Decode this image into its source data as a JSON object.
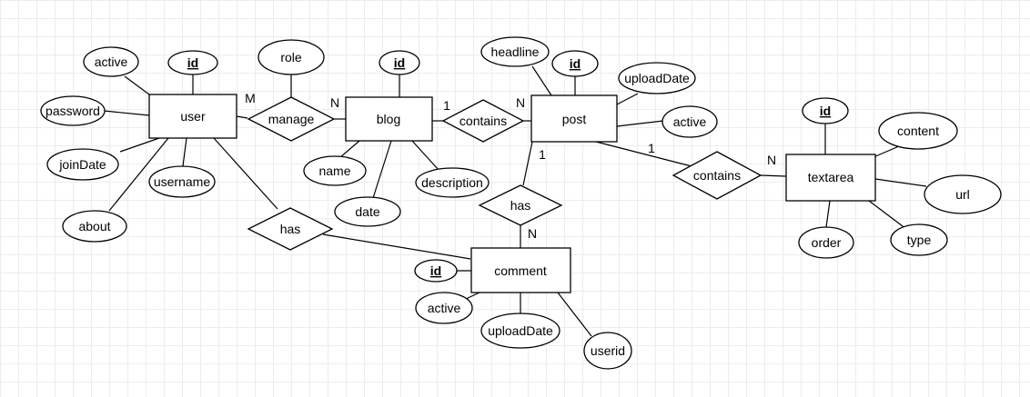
{
  "entities": {
    "user": "user",
    "blog": "blog",
    "post": "post",
    "textarea": "textarea",
    "comment": "comment"
  },
  "relationships": {
    "manage": "manage",
    "blog_post_contains": "contains",
    "post_textarea_contains": "contains",
    "post_comment_has": "has",
    "user_comment_has": "has"
  },
  "attributes": {
    "user_id": "id",
    "user_active": "active",
    "user_password": "password",
    "user_joinDate": "joinDate",
    "user_username": "username",
    "user_about": "about",
    "manage_role": "role",
    "blog_id": "id",
    "blog_name": "name",
    "blog_date": "date",
    "blog_description": "description",
    "post_headline": "headline",
    "post_id": "id",
    "post_uploadDate": "uploadDate",
    "post_active": "active",
    "textarea_id": "id",
    "textarea_content": "content",
    "textarea_url": "url",
    "textarea_order": "order",
    "textarea_type": "type",
    "comment_id": "id",
    "comment_active": "active",
    "comment_uploadDate": "uploadDate",
    "comment_userid": "userid"
  },
  "cardinalities": {
    "user_manage": "M",
    "manage_blog": "N",
    "blog_contains": "1",
    "contains_post": "N",
    "post_contains": "1",
    "contains_textarea": "N",
    "post_has": "1",
    "has_comment": "N"
  }
}
